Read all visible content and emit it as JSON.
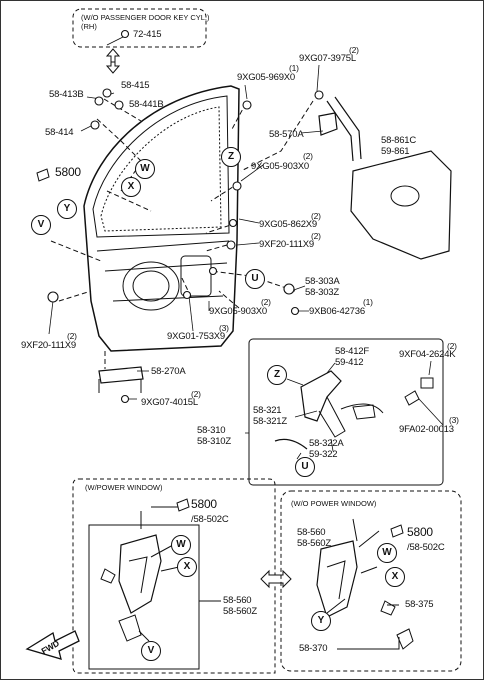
{
  "top_box": {
    "title": "(W/O PASSENGER DOOR KEY CYL.)",
    "subtitle": "(RH)",
    "part": "72-415"
  },
  "labels": {
    "p58_413b": "58-413B",
    "p58_415": "58-415",
    "p58_441b": "58-441B",
    "p58_414": "58-414",
    "p9xg05_969x0": "9XG05-969X0",
    "q1a": "(1)",
    "p9xg07_3975l": "9XG07-3975L",
    "q2a": "(2)",
    "p58_570a": "58-570A",
    "p58_861c": "58-861C",
    "p59_861": "59-861",
    "p5800": "5800",
    "p9xg05_903x0a": "9XG05-903X0",
    "q2b": "(2)",
    "p9xg05_862x9": "9XG05-862X9",
    "q2c": "(2)",
    "p9xf20_111x9a": "9XF20-111X9",
    "q2d": "(2)",
    "p58_303a": "58-303A",
    "p58_303z": "58-303Z",
    "p9xg05_903x0b": "9XG05-903X0",
    "q2e": "(2)",
    "p9xb06_42736": "9XB06-42736",
    "q1b": "(1)",
    "p9xf20_111x9b": "9XF20-111X9",
    "q2f": "(2)",
    "p9xg01_753x9": "9XG01-753X9",
    "q3a": "(3)",
    "p58_412f": "58-412F",
    "p59_412": "59-412",
    "p9xf04_2624k": "9XF04-2624K",
    "q2g": "(2)",
    "p58_270a": "58-270A",
    "p9xg07_4015l": "9XG07-4015L",
    "q2h": "(2)",
    "p58_321": "58-321",
    "p58_321z": "58-321Z",
    "p58_310": "58-310",
    "p58_310z": "58-310Z",
    "p58_322a": "58-322A",
    "p59_322": "59-322",
    "p9fa02_00013": "9FA02-00013",
    "q3b": "(3)",
    "pw_title": "(W/POWER WINDOW)",
    "pw_5800": "5800",
    "pw_58_502c": "/58-502C",
    "pw_58_560": "58-560",
    "pw_58_560z": "58-560Z",
    "wo_title": "(W/O POWER WINDOW)",
    "wo_58_560": "58-560",
    "wo_58_560z": "58-560Z",
    "wo_5800": "5800",
    "wo_58_502c": "/58-502C",
    "wo_58_375": "58-375",
    "wo_58_370": "58-370",
    "fwd": "FWD"
  },
  "callouts": {
    "W": "W",
    "X": "X",
    "Z": "Z",
    "V": "V",
    "Y": "Y",
    "U": "U"
  }
}
